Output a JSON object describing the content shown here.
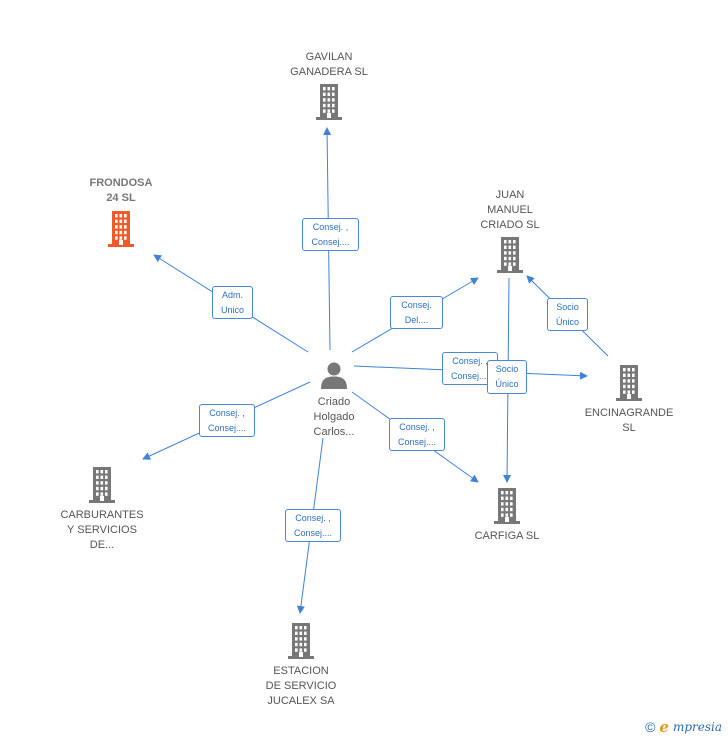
{
  "center": {
    "label": "Criado\nHolgado\nCarlos..."
  },
  "nodes": [
    {
      "id": "gavilan",
      "label": "GAVILAN\nGANADERA  SL",
      "highlight": false
    },
    {
      "id": "frondosa",
      "label": "FRONDOSA\n24  SL",
      "highlight": true
    },
    {
      "id": "juan",
      "label": "JUAN\nMANUEL\nCRIADO  SL",
      "highlight": false
    },
    {
      "id": "encinagrande",
      "label": "ENCINAGRANDE\nSL",
      "highlight": false
    },
    {
      "id": "carfiga",
      "label": "CARFIGA SL",
      "highlight": false
    },
    {
      "id": "carburantes",
      "label": "CARBURANTES\nY SERVICIOS\nDE...",
      "highlight": false
    },
    {
      "id": "estacion",
      "label": "ESTACION\nDE SERVICIO\nJUCALEX SA",
      "highlight": false
    }
  ],
  "edges": [
    {
      "from": "center",
      "to": "gavilan",
      "label": "Consej. ,\nConsej...."
    },
    {
      "from": "center",
      "to": "frondosa",
      "label": "Adm.\nUnico"
    },
    {
      "from": "center",
      "to": "juan",
      "label": "Consej.\nDel...."
    },
    {
      "from": "center",
      "to": "encinagrande",
      "label": "Consej. ,\nConsej...."
    },
    {
      "from": "center",
      "to": "carfiga",
      "label": "Consej. ,\nConsej...."
    },
    {
      "from": "center",
      "to": "carburantes",
      "label": "Consej. ,\nConsej...."
    },
    {
      "from": "center",
      "to": "estacion",
      "label": "Consej. ,\nConsej...."
    },
    {
      "from": "encinagrande",
      "to": "juan",
      "label": "Socio\nÚnico"
    },
    {
      "from": "juan",
      "to": "carfiga",
      "label": "Socio\nÚnico"
    }
  ],
  "colors": {
    "edge": "#3f82d6",
    "building": "#777777",
    "highlight": "#f05a28",
    "person": "#777777"
  },
  "footer": {
    "copyright": "©",
    "brand_first": "e",
    "brand_rest": "mpresia"
  }
}
